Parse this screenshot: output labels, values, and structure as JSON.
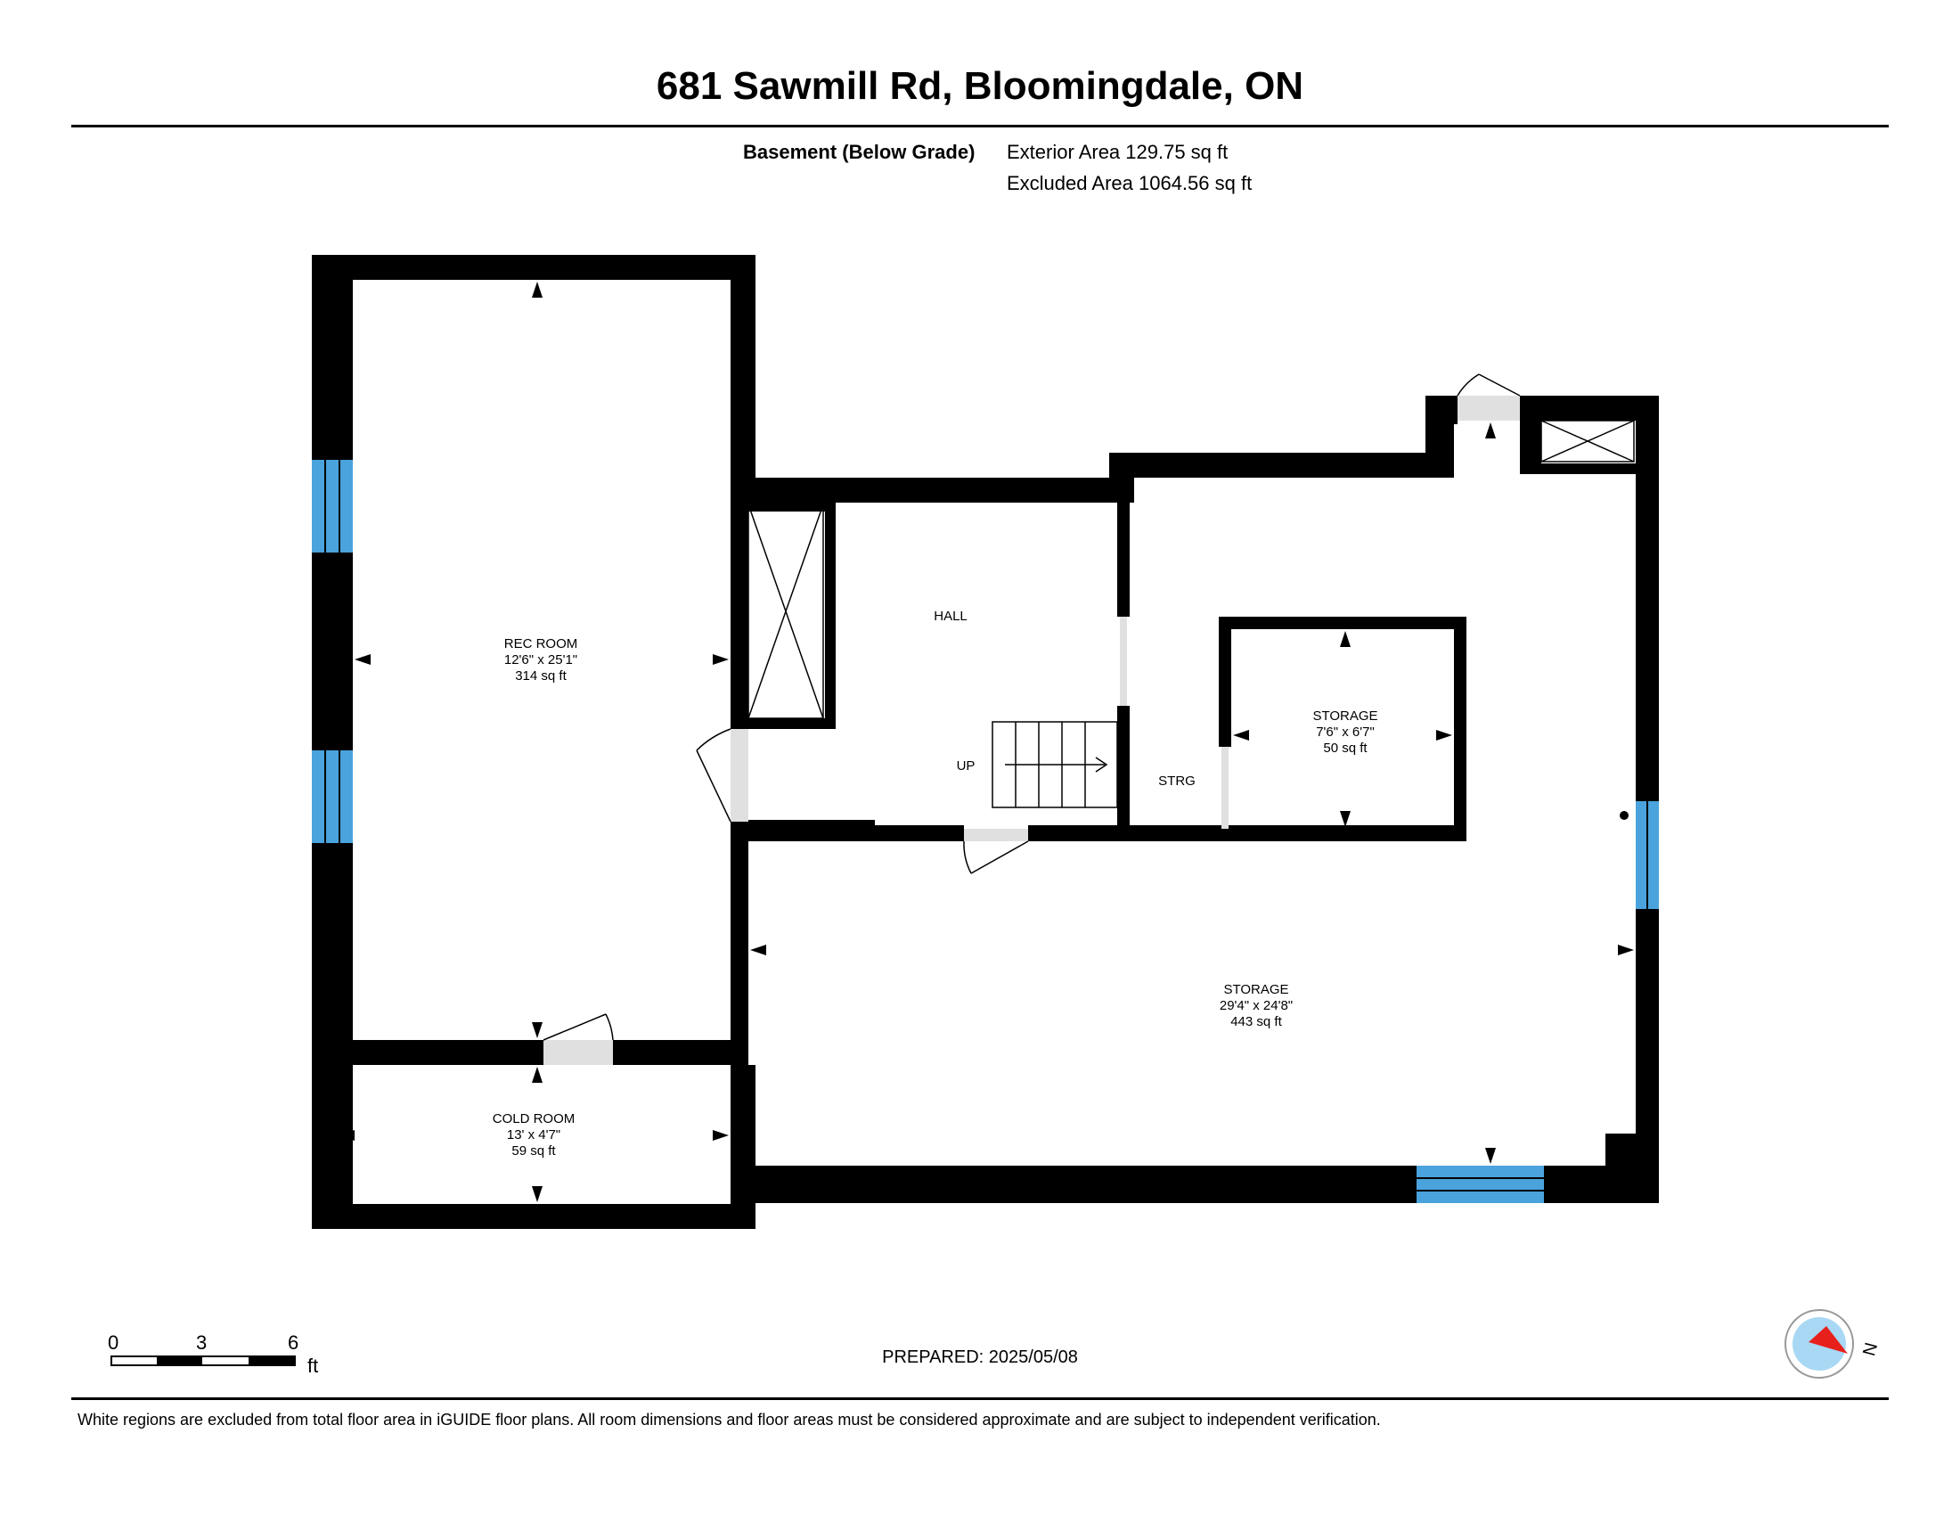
{
  "header": {
    "title": "681 Sawmill Rd, Bloomingdale, ON",
    "level_label": "Basement (Below Grade)",
    "exterior_area": "Exterior Area 129.75 sq ft",
    "excluded_area": "Excluded Area 1064.56 sq ft"
  },
  "rooms": {
    "rec": {
      "name": "REC ROOM",
      "dims": "12'6\" x 25'1\"",
      "area": "314 sq ft"
    },
    "hall": {
      "name": "HALL"
    },
    "up": {
      "name": "UP"
    },
    "strg": {
      "name": "STRG"
    },
    "storage_small": {
      "name": "STORAGE",
      "dims": "7'6\" x 6'7\"",
      "area": "50 sq ft"
    },
    "storage_big": {
      "name": "STORAGE",
      "dims": "29'4\" x 24'8\"",
      "area": "443 sq ft"
    },
    "cold": {
      "name": "COLD ROOM",
      "dims": "13' x 4'7\"",
      "area": "59 sq ft"
    }
  },
  "scale": {
    "t0": "0",
    "t3": "3",
    "t6": "6",
    "unit": "ft"
  },
  "compass": {
    "letter": "N"
  },
  "prepared": "PREPARED: 2025/05/08",
  "footnote": "White regions are excluded from total floor area in iGUIDE floor plans. All room dimensions and floor areas must be considered approximate and are subject to independent verification.",
  "colors": {
    "wall": "#000000",
    "window": "#4aa3dc",
    "door": "#e0e0e0",
    "compass_red": "#e8201c",
    "compass_blue": "#a8d8f4"
  }
}
